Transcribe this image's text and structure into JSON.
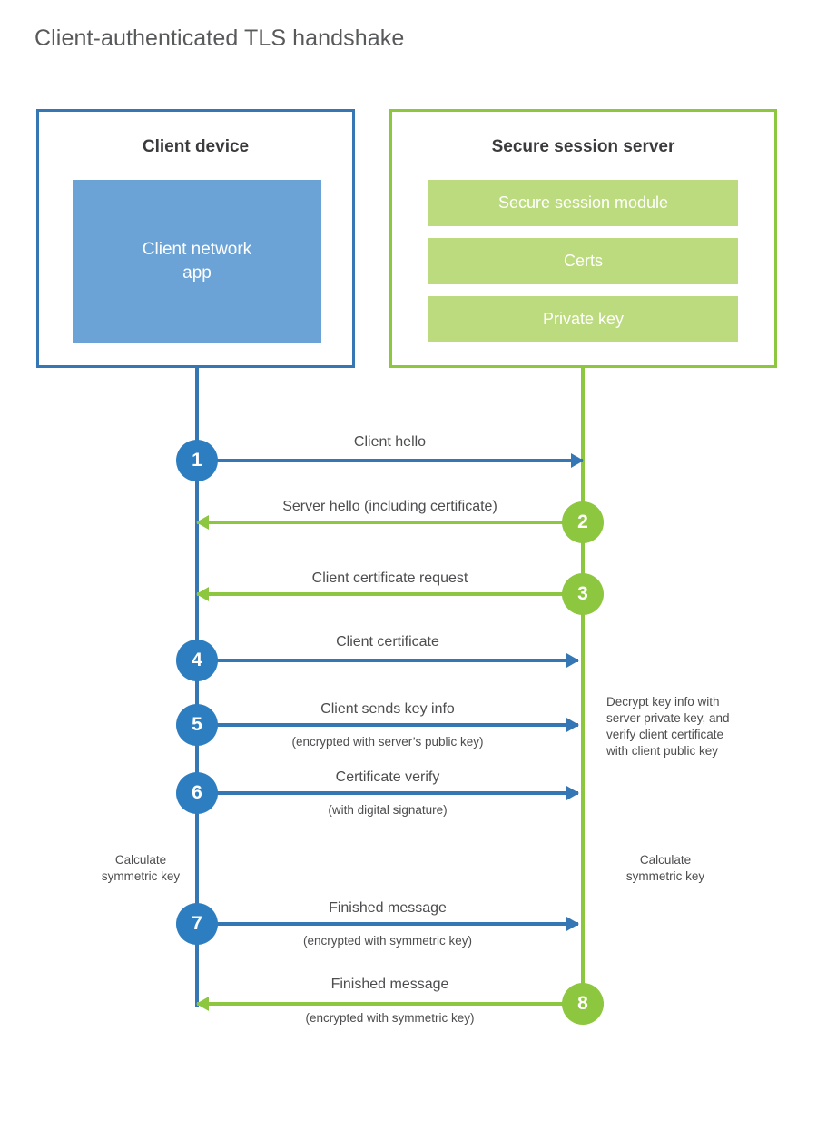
{
  "title": "Client-authenticated TLS handshake",
  "colors": {
    "client_accent": "#3576b5",
    "client_badge": "#2d7dc1",
    "client_app_fill": "#6ba3d6",
    "server_accent": "#8dc63f",
    "server_module_fill": "#bbdb7e",
    "text": "#4d4d4f",
    "title_text": "#58595b",
    "background": "#ffffff"
  },
  "client": {
    "title": "Client device",
    "app_label": "Client network\napp",
    "app_label_line1": "Client network",
    "app_label_line2": "app",
    "calculate_note_line1": "Calculate",
    "calculate_note_line2": "symmetric key"
  },
  "server": {
    "title": "Secure session server",
    "modules": [
      {
        "label": "Secure session module"
      },
      {
        "label": "Certs"
      },
      {
        "label": "Private key"
      }
    ],
    "decrypt_note_line1": "Decrypt key info with",
    "decrypt_note_line2": "server private key, and",
    "decrypt_note_line3": "verify client certificate",
    "decrypt_note_line4": "with client public key",
    "calculate_note_line1": "Calculate",
    "calculate_note_line2": "symmetric key"
  },
  "steps": [
    {
      "number": "1",
      "label": "Client hello",
      "sub": "",
      "direction": "client-to-server",
      "color": "blue"
    },
    {
      "number": "2",
      "label": "Server hello (including certificate)",
      "sub": "",
      "direction": "server-to-client",
      "color": "green"
    },
    {
      "number": "3",
      "label": "Client certificate request",
      "sub": "",
      "direction": "server-to-client",
      "color": "green"
    },
    {
      "number": "4",
      "label": "Client certificate",
      "sub": "",
      "direction": "client-to-server",
      "color": "blue"
    },
    {
      "number": "5",
      "label": "Client sends key info",
      "sub": "(encrypted with server’s public key)",
      "direction": "client-to-server",
      "color": "blue"
    },
    {
      "number": "6",
      "label": "Certificate verify",
      "sub": "(with digital signature)",
      "direction": "client-to-server",
      "color": "blue"
    },
    {
      "number": "7",
      "label": "Finished message",
      "sub": "(encrypted with symmetric key)",
      "direction": "client-to-server",
      "color": "blue"
    },
    {
      "number": "8",
      "label": "Finished message",
      "sub": "(encrypted with symmetric key)",
      "direction": "server-to-client",
      "color": "green"
    }
  ]
}
